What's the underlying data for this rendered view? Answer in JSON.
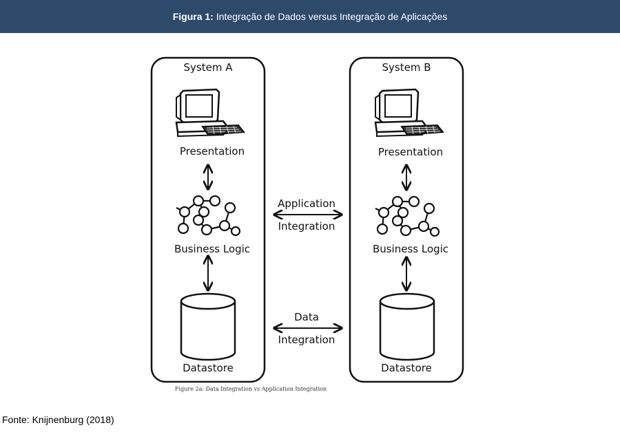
{
  "header": {
    "figure_label": "Figura 1:",
    "title": "Integração de Dados versus Integração de Aplicações",
    "background": "#2e4a6b"
  },
  "diagram": {
    "system_a": {
      "title": "System A",
      "presentation": "Presentation",
      "business_logic": "Business Logic",
      "datastore": "Datastore"
    },
    "system_b": {
      "title": "System B",
      "presentation": "Presentation",
      "business_logic": "Business Logic",
      "datastore": "Datastore"
    },
    "application_integration": {
      "line1": "Application",
      "line2": "Integration"
    },
    "data_integration": {
      "line1": "Data",
      "line2": "Integration"
    },
    "icons": [
      "computer-icon",
      "network-graph-icon",
      "database-cylinder-icon",
      "double-arrow-icon"
    ]
  },
  "caption": "Figure 2a: Data Integration vs Application Integration",
  "source": "Fonte: Knijnenburg (2018)"
}
